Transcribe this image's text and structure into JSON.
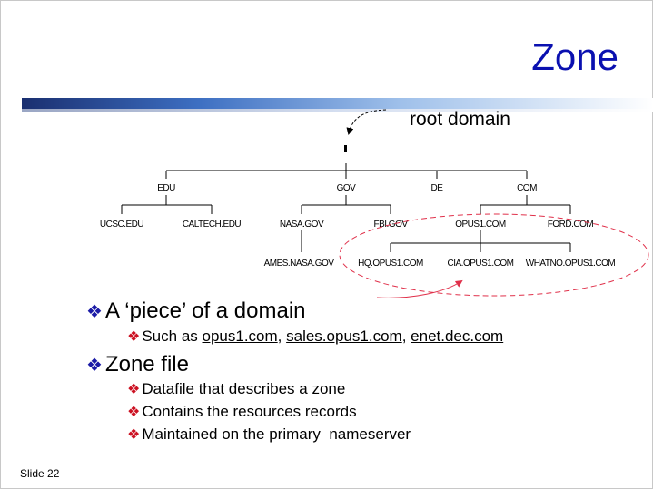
{
  "slide": {
    "title": "Zone",
    "footer": "Slide 22"
  },
  "diagram": {
    "root_label": "root domain",
    "nodes": {
      "edu": "EDU",
      "gov": "GOV",
      "de": "DE",
      "com": "COM",
      "ucsc": "UCSC.EDU",
      "caltech": "CALTECH.EDU",
      "nasa": "NASA.GOV",
      "fbi": "FBI.GOV",
      "opus1": "OPUS1.COM",
      "ford": "FORD.COM",
      "ames": "AMES.NASA.GOV",
      "hq": "HQ.OPUS1.COM",
      "cia": "CIA.OPUS1.COM",
      "whatno": "WHATNO.OPUS1.COM"
    }
  },
  "bullets": {
    "piece": "A ‘piece’ of a domain",
    "such_as": "Such as ",
    "ex1": "opus1.com",
    "sep1": ", ",
    "ex2": "sales.opus1.com",
    "sep2": ", ",
    "ex3": "enet.dec.com",
    "zone_file": "Zone file",
    "sub": [
      "Datafile that describes a zone",
      "Contains the resources records",
      "Maintained on the primary  nameserver"
    ]
  },
  "colors": {
    "title": "#0a10b0",
    "bullet": "#1a1aa6",
    "sub_bullet": "#cc1122",
    "zone_outline": "#e0304a"
  }
}
